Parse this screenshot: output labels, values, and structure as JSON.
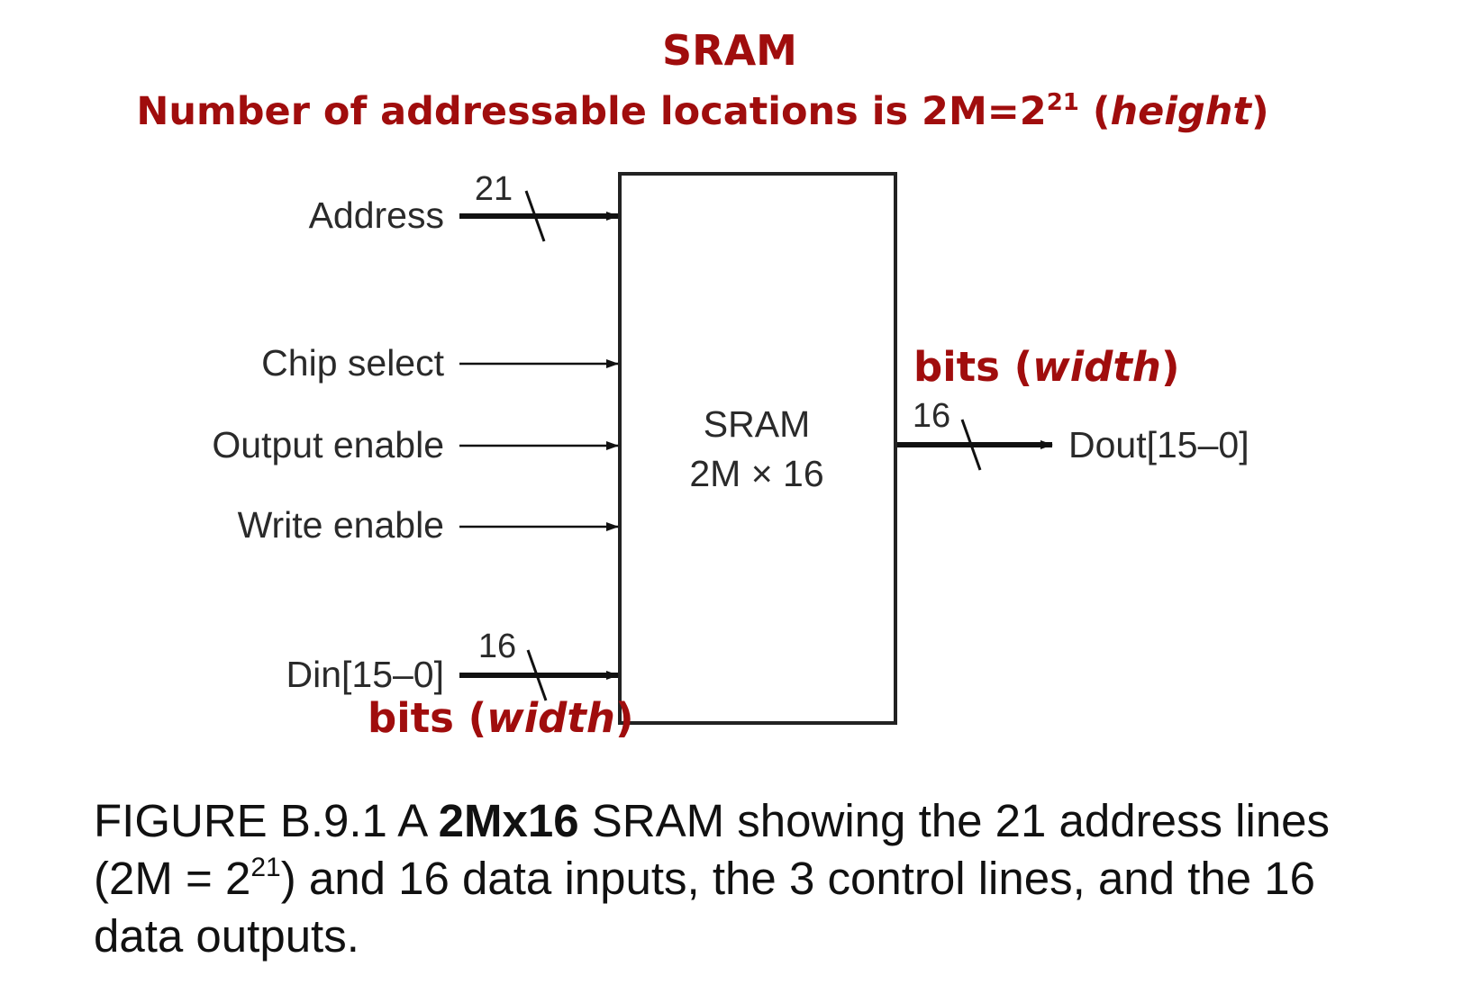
{
  "title": {
    "line1": "SRAM",
    "line2_prefix": "Number of addressable locations is 2M=2",
    "line2_exp": "21",
    "line2_open": " (",
    "line2_emph": "height",
    "line2_close": ")"
  },
  "block": {
    "name": "SRAM",
    "size": "2M × 16"
  },
  "inputs": {
    "address": {
      "label": "Address",
      "width": "21"
    },
    "chip_select": {
      "label": "Chip select"
    },
    "output_enable": {
      "label": "Output enable"
    },
    "write_enable": {
      "label": "Write enable"
    },
    "din": {
      "label": "Din[15–0]",
      "width": "16"
    }
  },
  "outputs": {
    "dout": {
      "label": "Dout[15–0]",
      "width": "16"
    }
  },
  "annotations": {
    "bits": "bits",
    "open": " (",
    "emph": "width",
    "close": ")"
  },
  "caption": {
    "part1": "FIGURE B.9.1 A ",
    "bold": "2Mx16",
    "part2": " SRAM showing the 21 address lines (2M = 2",
    "exp": "21",
    "part3": ") and 16 data inputs, the 3 control lines, and the 16 data outputs."
  },
  "colors": {
    "annotation": "#a00d0d",
    "line": "#111111",
    "text": "#2a2a2a"
  }
}
